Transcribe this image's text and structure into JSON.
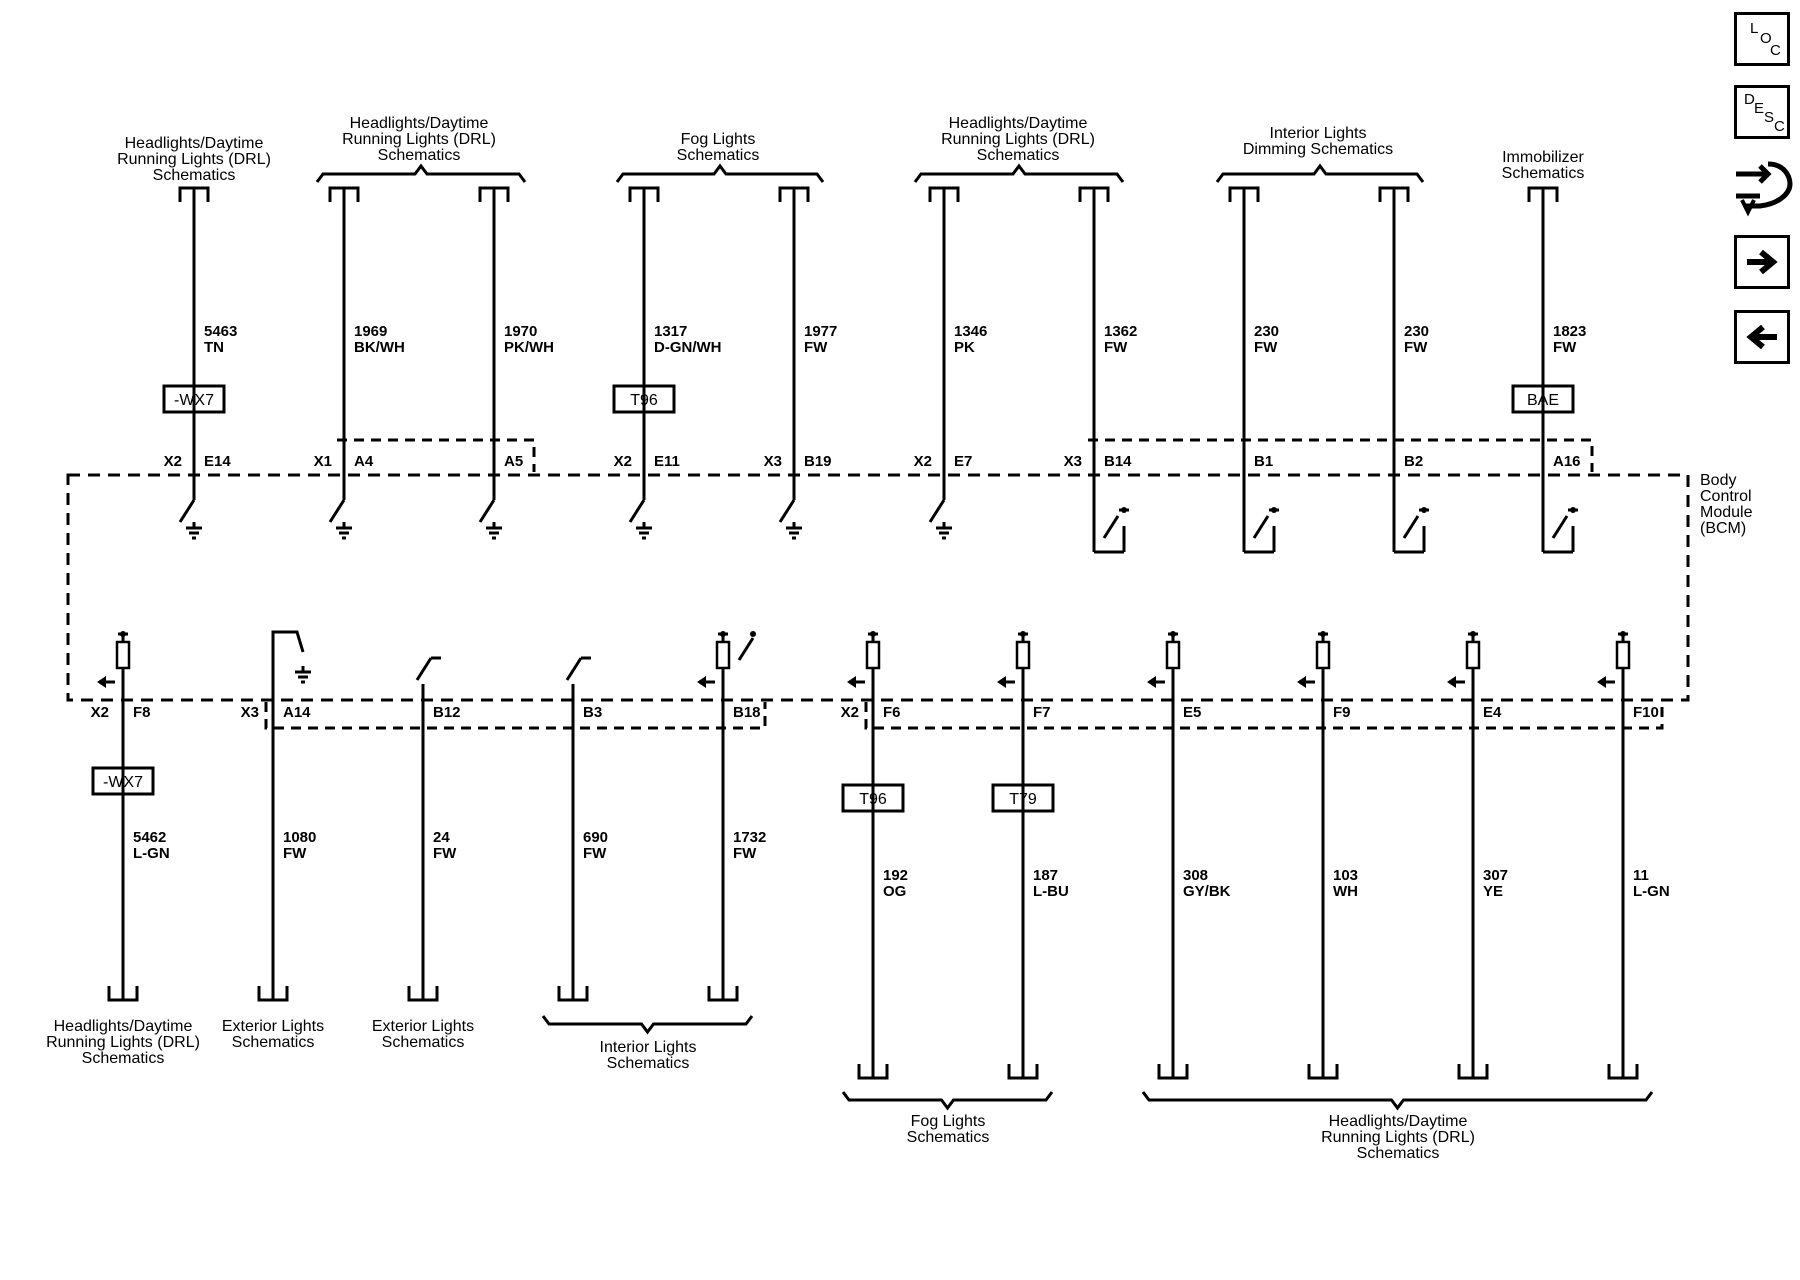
{
  "bcm_label": [
    "Body",
    "Control",
    "Module",
    "(BCM)"
  ],
  "top_destinations": [
    {
      "lines": [
        "Headlights/Daytime",
        "Running Lights (DRL)",
        "Schematics"
      ]
    },
    {
      "lines": [
        "Headlights/Daytime",
        "Running Lights (DRL)",
        "Schematics"
      ]
    },
    {
      "lines": [
        "Fog Lights",
        "Schematics"
      ]
    },
    {
      "lines": [
        "Headlights/Daytime",
        "Running Lights (DRL)",
        "Schematics"
      ]
    },
    {
      "lines": [
        "Interior Lights",
        "Dimming Schematics"
      ]
    },
    {
      "lines": [
        "Immobilizer",
        "Schematics"
      ]
    }
  ],
  "top_circuits": [
    {
      "circuit": "5463",
      "color": "TN",
      "option": "-WX7",
      "connector": "X2",
      "pin": "E14"
    },
    {
      "circuit": "1969",
      "color": "BK/WH",
      "option": "",
      "connector": "X1",
      "pin": "A4"
    },
    {
      "circuit": "1970",
      "color": "PK/WH",
      "option": "",
      "connector": "",
      "pin": "A5"
    },
    {
      "circuit": "1317",
      "color": "D-GN/WH",
      "option": "T96",
      "connector": "X2",
      "pin": "E11"
    },
    {
      "circuit": "1977",
      "color": "FW",
      "option": "",
      "connector": "X3",
      "pin": "B19"
    },
    {
      "circuit": "1346",
      "color": "PK",
      "option": "",
      "connector": "X2",
      "pin": "E7"
    },
    {
      "circuit": "1362",
      "color": "FW",
      "option": "",
      "connector": "X3",
      "pin": "B14"
    },
    {
      "circuit": "230",
      "color": "FW",
      "option": "",
      "connector": "",
      "pin": "B1"
    },
    {
      "circuit": "230",
      "color": "FW",
      "option": "",
      "connector": "",
      "pin": "B2"
    },
    {
      "circuit": "1823",
      "color": "FW",
      "option": "BAE",
      "connector": "",
      "pin": "A16"
    }
  ],
  "bottom_circuits": [
    {
      "circuit": "5462",
      "color": "L-GN",
      "option": "-WX7",
      "connector": "X2",
      "pin": "F8"
    },
    {
      "circuit": "1080",
      "color": "FW",
      "option": "",
      "connector": "X3",
      "pin": "A14"
    },
    {
      "circuit": "24",
      "color": "FW",
      "option": "",
      "connector": "",
      "pin": "B12"
    },
    {
      "circuit": "690",
      "color": "FW",
      "option": "",
      "connector": "",
      "pin": "B3"
    },
    {
      "circuit": "1732",
      "color": "FW",
      "option": "",
      "connector": "",
      "pin": "B18"
    },
    {
      "circuit": "192",
      "color": "OG",
      "option": "T96",
      "connector": "X2",
      "pin": "F6"
    },
    {
      "circuit": "187",
      "color": "L-BU",
      "option": "T79",
      "connector": "",
      "pin": "F7"
    },
    {
      "circuit": "308",
      "color": "GY/BK",
      "option": "",
      "connector": "",
      "pin": "E5"
    },
    {
      "circuit": "103",
      "color": "WH",
      "option": "",
      "connector": "",
      "pin": "F9"
    },
    {
      "circuit": "307",
      "color": "YE",
      "option": "",
      "connector": "",
      "pin": "E4"
    },
    {
      "circuit": "11",
      "color": "L-GN",
      "option": "",
      "connector": "",
      "pin": "F10"
    }
  ],
  "bottom_destinations": [
    {
      "lines": [
        "Headlights/Daytime",
        "Running Lights (DRL)",
        "Schematics"
      ]
    },
    {
      "lines": [
        "Exterior Lights",
        "Schematics"
      ]
    },
    {
      "lines": [
        "Exterior Lights",
        "Schematics"
      ]
    },
    {
      "lines": [
        "Interior Lights",
        "Schematics"
      ]
    },
    {
      "lines": [
        "Fog Lights",
        "Schematics"
      ]
    },
    {
      "lines": [
        "Headlights/Daytime",
        "Running Lights (DRL)",
        "Schematics"
      ]
    }
  ],
  "nav": {
    "loc": [
      "L",
      "O",
      "C"
    ],
    "desc": [
      "D",
      "E",
      "S",
      "C"
    ],
    "connector_icon": "connector-end-view-icon",
    "next_icon": "arrow-right-icon",
    "prev_icon": "arrow-left-icon"
  }
}
